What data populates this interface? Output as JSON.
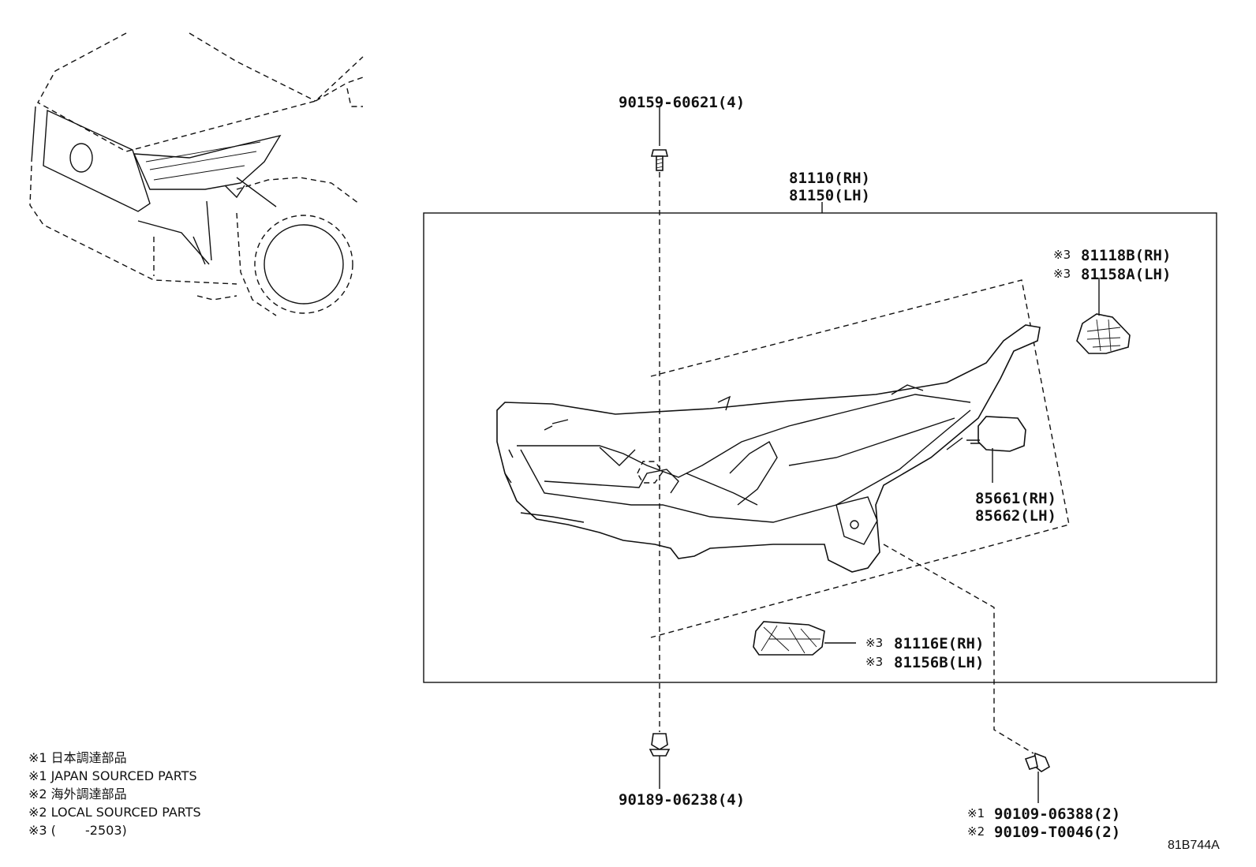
{
  "callouts": {
    "bolt_top": "90159-60621(4)",
    "headlamp_rh": "81110(RH)",
    "headlamp_lh": "81150(LH)",
    "bracket_upper_note1": "※3",
    "bracket_upper_rh": "81118B(RH)",
    "bracket_upper_note2": "※3",
    "bracket_upper_lh": "81158A(LH)",
    "actuator_rh": "85661(RH)",
    "actuator_lh": "85662(LH)",
    "bracket_lower_note1": "※3",
    "bracket_lower_rh": "81116E(RH)",
    "bracket_lower_note2": "※3",
    "bracket_lower_lh": "81156B(LH)",
    "clip_bottom": "90189-06238(4)",
    "screw_note1": "※1",
    "screw_part1": "90109-06388(2)",
    "screw_note2": "※2",
    "screw_part2": "90109-T0046(2)"
  },
  "legend": [
    "※1 日本調達部品",
    "※1 JAPAN SOURCED PARTS",
    "※2 海外調達部品",
    "※2 LOCAL SOURCED PARTS",
    "※3 (　　 -2503)"
  ],
  "diagram_code": "81B744A"
}
